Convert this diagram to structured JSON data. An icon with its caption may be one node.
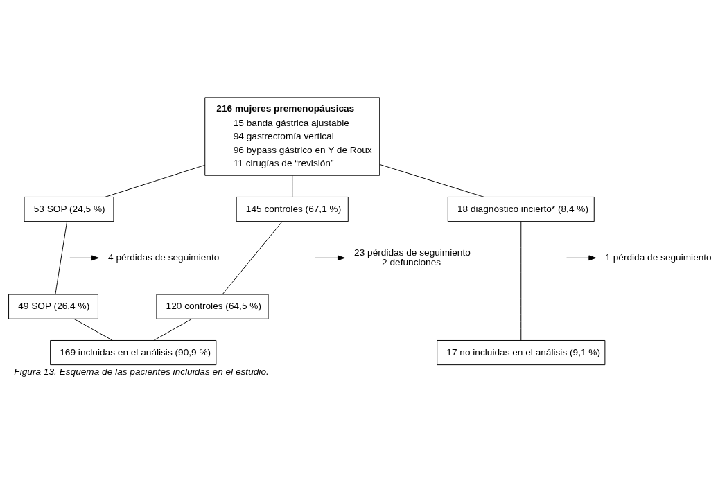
{
  "diagram": {
    "caption": "Figura 13. Esquema de las pacientes incluidas en el estudio.",
    "nodes": [
      {
        "text": [
          "216 mujeres premenopáusicas",
          "15 banda gástrica ajustable",
          "94 gastrectomía vertical",
          "96 bypass gástrico en Y de Roux",
          "11 cirugías de “revisión”"
        ]
      },
      {
        "text": [
          "53 SOP (24,5 %)"
        ]
      },
      {
        "text": [
          "145 controles (67,1 %)"
        ]
      },
      {
        "text": [
          "18 diagnóstico incierto* (8,4 %)"
        ]
      },
      {
        "text": [
          "4 pérdidas de seguimiento"
        ]
      },
      {
        "text": [
          "23 pérdidas de seguimiento",
          "2 defunciones"
        ]
      },
      {
        "text": [
          "1 pérdida de seguimiento"
        ]
      },
      {
        "text": [
          "49 SOP (26,4 %)"
        ]
      },
      {
        "text": [
          "120 controles (64,5 %)"
        ]
      },
      {
        "text": [
          "169 incluidas en el análisis (90,9 %)"
        ]
      },
      {
        "text": [
          "17 no incluidas en el análisis (9,1 %)"
        ]
      }
    ],
    "edges": [
      {
        "from": 0,
        "to": 1,
        "arrow": "none"
      },
      {
        "from": 0,
        "to": 2,
        "arrow": "none"
      },
      {
        "from": 0,
        "to": 3,
        "arrow": "none"
      },
      {
        "from": null,
        "to": 4,
        "arrow": "to"
      },
      {
        "from": null,
        "to": 5,
        "arrow": "to"
      },
      {
        "from": null,
        "to": 6,
        "arrow": "to"
      },
      {
        "from": 1,
        "to": 7,
        "arrow": "none"
      },
      {
        "from": 2,
        "to": 8,
        "arrow": "none"
      },
      {
        "from": 3,
        "to": 10,
        "arrow": "none"
      },
      {
        "from": 7,
        "to": 9,
        "arrow": "none"
      },
      {
        "from": 8,
        "to": 9,
        "arrow": "none"
      }
    ]
  }
}
